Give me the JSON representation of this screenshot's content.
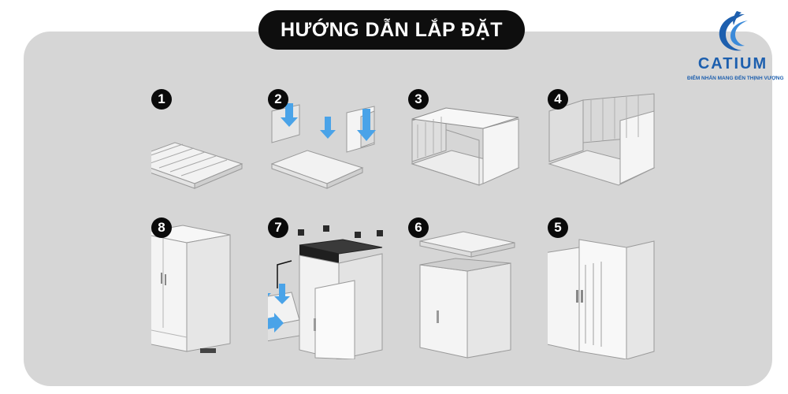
{
  "header": {
    "title": "HƯỚNG DẪN LẮP ĐẶT"
  },
  "logo": {
    "wordmark": "CATIUM",
    "tagline": "ĐIỂM NHẤN MANG ĐẾN THỊNH VƯỢNG",
    "brand_color": "#1d5fae"
  },
  "steps": [
    {
      "number": "1"
    },
    {
      "number": "2"
    },
    {
      "number": "3"
    },
    {
      "number": "4"
    },
    {
      "number": "5"
    },
    {
      "number": "6"
    },
    {
      "number": "7"
    },
    {
      "number": "8"
    }
  ],
  "colors": {
    "panel": "#d6d6d6",
    "badge": "#0a0a0a",
    "arrow": "#4aa3e8"
  }
}
